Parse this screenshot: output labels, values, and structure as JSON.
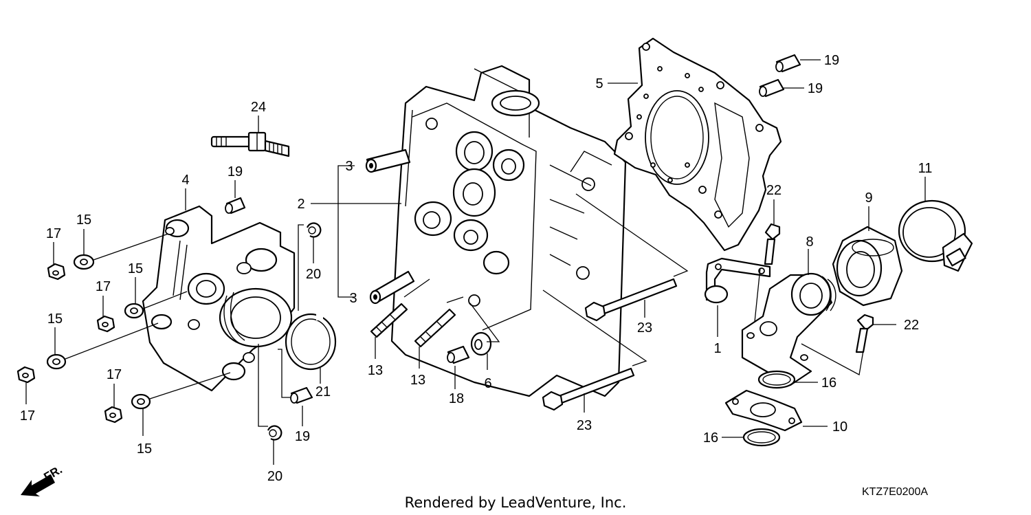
{
  "callouts": [
    {
      "id": "c24",
      "label": "24"
    },
    {
      "id": "c19a",
      "label": "19"
    },
    {
      "id": "c4",
      "label": "4"
    },
    {
      "id": "c15a",
      "label": "15"
    },
    {
      "id": "c17a",
      "label": "17"
    },
    {
      "id": "c15b",
      "label": "15"
    },
    {
      "id": "c17b",
      "label": "17"
    },
    {
      "id": "c15c",
      "label": "15"
    },
    {
      "id": "c17c",
      "label": "17"
    },
    {
      "id": "c17d",
      "label": "17"
    },
    {
      "id": "c15d",
      "label": "15"
    },
    {
      "id": "c20a",
      "label": "20"
    },
    {
      "id": "c21",
      "label": "21"
    },
    {
      "id": "c19b",
      "label": "19"
    },
    {
      "id": "c20b",
      "label": "20"
    },
    {
      "id": "c3a",
      "label": "3"
    },
    {
      "id": "c2",
      "label": "2"
    },
    {
      "id": "c3b",
      "label": "3"
    },
    {
      "id": "c13a",
      "label": "13"
    },
    {
      "id": "c13b",
      "label": "13"
    },
    {
      "id": "c18",
      "label": "18"
    },
    {
      "id": "c6",
      "label": "6"
    },
    {
      "id": "c23a",
      "label": "23"
    },
    {
      "id": "c23b",
      "label": "23"
    },
    {
      "id": "c5",
      "label": "5"
    },
    {
      "id": "c19c",
      "label": "19"
    },
    {
      "id": "c19d",
      "label": "19"
    },
    {
      "id": "c22a",
      "label": "22"
    },
    {
      "id": "c11",
      "label": "11"
    },
    {
      "id": "c9",
      "label": "9"
    },
    {
      "id": "c8",
      "label": "8"
    },
    {
      "id": "c1",
      "label": "1"
    },
    {
      "id": "c22b",
      "label": "22"
    },
    {
      "id": "c16a",
      "label": "16"
    },
    {
      "id": "c10",
      "label": "10"
    },
    {
      "id": "c16b",
      "label": "16"
    }
  ],
  "footer": {
    "credit": "Rendered by LeadVenture, Inc.",
    "diagram_code": "KTZ7E0200A",
    "direction_label": "FR."
  },
  "colors": {
    "ink": "#000000",
    "background": "#ffffff"
  }
}
